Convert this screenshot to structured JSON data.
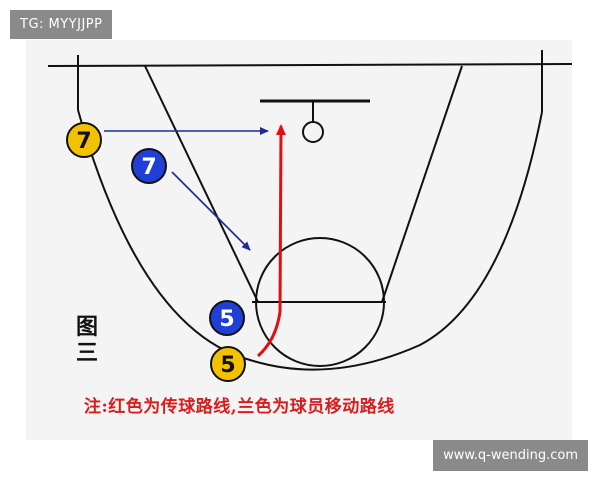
{
  "watermark_top": "TG: MYYJJPP",
  "watermark_bottom": "www.q-wending.com",
  "figure_label": "图三",
  "legend_note": "注:红色为传球路线,兰色为球员移动路线",
  "players": [
    {
      "id": "yellow-7",
      "number": "7",
      "color": "#f2c200"
    },
    {
      "id": "blue-7",
      "number": "7",
      "color": "#1f3fd6"
    },
    {
      "id": "blue-5",
      "number": "5",
      "color": "#1f3fd6"
    },
    {
      "id": "yellow-5",
      "number": "5",
      "color": "#f2c200"
    }
  ],
  "colors": {
    "pass_route": "#e01010",
    "player_route": "#1f2a9a",
    "court_lines": "#111111",
    "background": "#f4f4f4"
  }
}
